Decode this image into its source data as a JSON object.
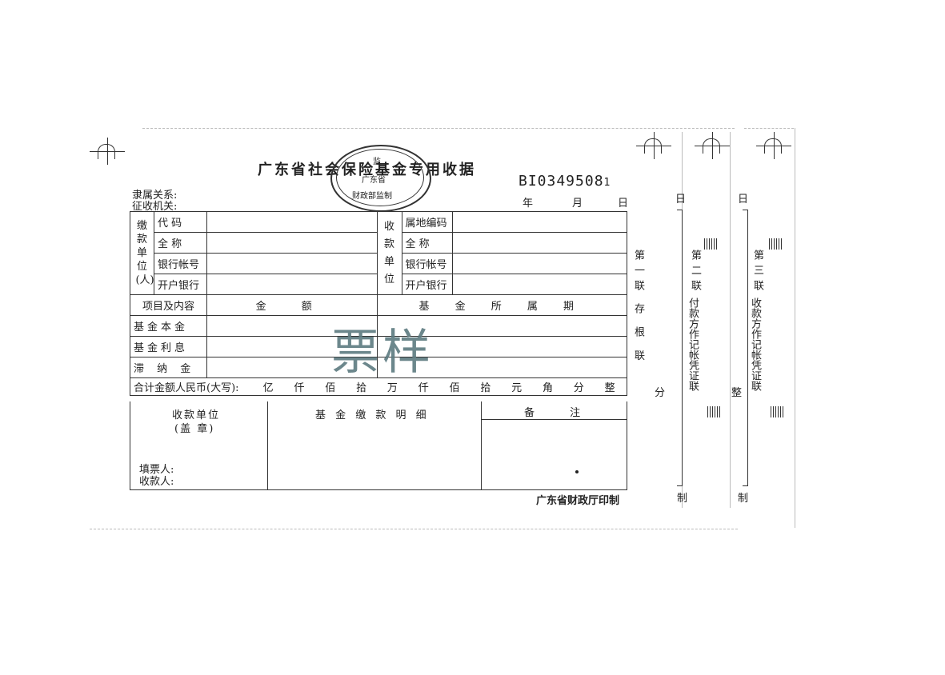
{
  "title": "广东省社会保险基金专用收据",
  "serial": "BI0349508",
  "serial_suffix": "1",
  "stamp": {
    "top": "监",
    "province": "广东省",
    "bottom": "财政部监制"
  },
  "header": {
    "affiliation": "隶属关系:",
    "collector": "征收机关:",
    "year": "年",
    "month": "月",
    "day": "日",
    "day_short": "日"
  },
  "payer": {
    "side_label": "缴款单位(人)",
    "code": "代 码",
    "full_name": "全 称",
    "account": "银行帐号",
    "bank": "开户银行"
  },
  "payee": {
    "side_label": "收款单位",
    "area_code": "属地编码",
    "full_name": "全 称",
    "account": "银行帐号",
    "bank": "开户银行"
  },
  "item_header": {
    "item": "项目及内容",
    "amount": "金 额",
    "period": "基 金 所 属 期"
  },
  "items": [
    "基金本金",
    "基金利息",
    "滞 纳 金"
  ],
  "total": {
    "label": "合计金额人民币(大写):",
    "units": [
      "亿",
      "仟",
      "佰",
      "拾",
      "万",
      "仟",
      "佰",
      "拾",
      "元",
      "角",
      "分",
      "整"
    ]
  },
  "bottom": {
    "receiver_unit": "收款单位",
    "seal": "(盖 章)",
    "detail": "基 金 缴 款 明 细",
    "remark": "备 注",
    "filler": "填票人:",
    "receiver": "收款人:"
  },
  "footer": "广东省财政厅印制",
  "copies": {
    "first": "第一联 存 根 联",
    "second_no": "第二联",
    "second_desc": "付款方作记帐凭证联",
    "third_no": "第三联",
    "third_desc": "收款方作记帐凭证联"
  },
  "right_fragments": {
    "zheng": "整",
    "zhi": "制",
    "fen": "分"
  },
  "watermark": "票样"
}
